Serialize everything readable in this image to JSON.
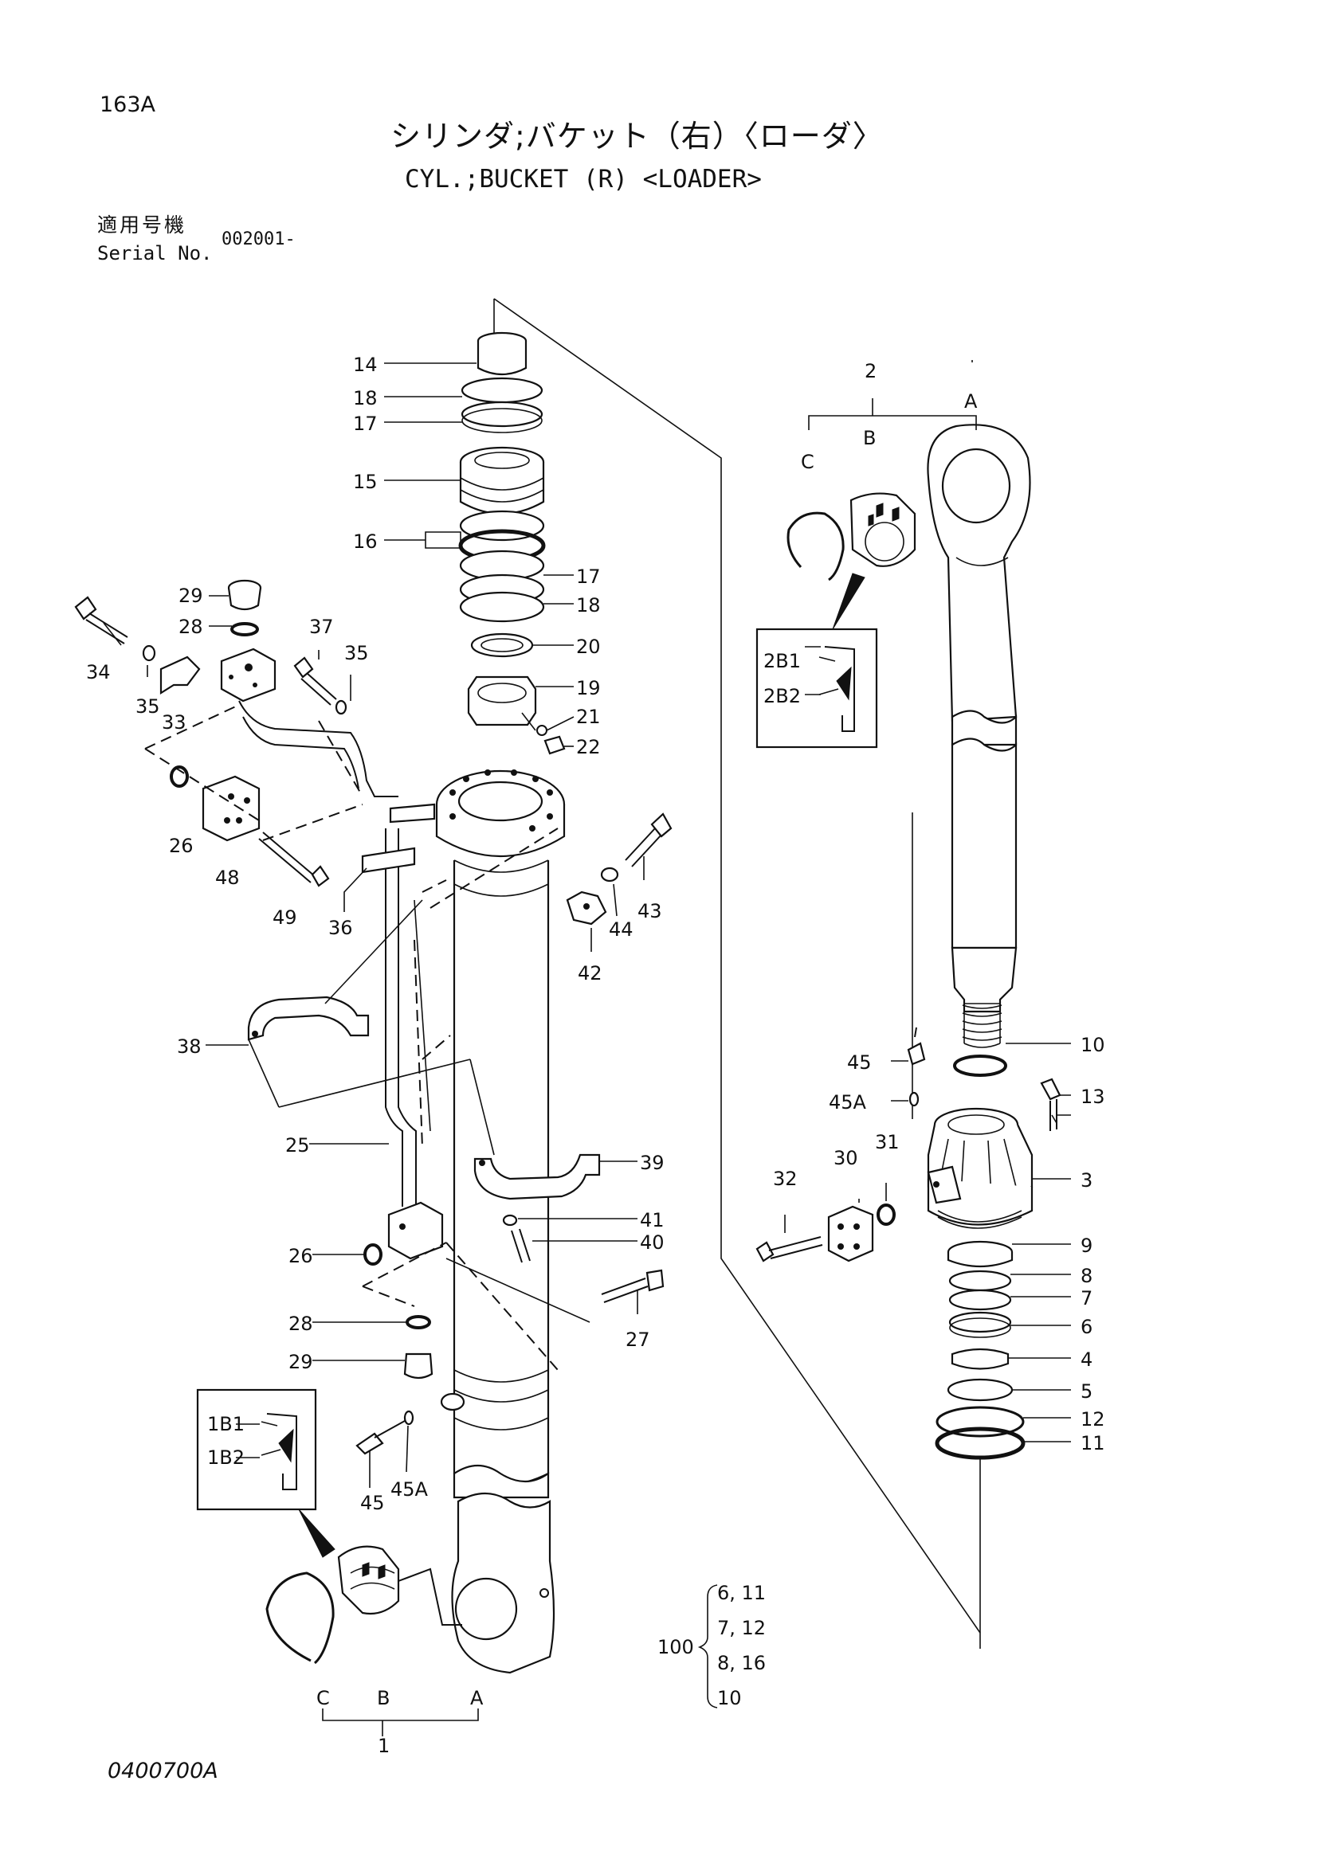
{
  "header": {
    "page_id": "163A",
    "title_ja": "シリンダ;バケット（右）〈ローダ〉",
    "title_en": "CYL.;BUCKET (R) <LOADER>",
    "serial_label_ja": "適用号機",
    "serial_label_en": "Serial No.",
    "serial_value": "002001-"
  },
  "callouts": {
    "c14": "14",
    "c18a": "18",
    "c17a": "17",
    "c15": "15",
    "c16": "16",
    "c17b": "17",
    "c18b": "18",
    "c20": "20",
    "c19": "19",
    "c21": "21",
    "c22": "22",
    "c29a": "29",
    "c28a": "28",
    "c34": "34",
    "c35a": "35",
    "c33": "33",
    "c37": "37",
    "c35b": "35",
    "c26a": "26",
    "c48": "48",
    "c49": "49",
    "c36": "36",
    "c43": "43",
    "c44": "44",
    "c42": "42",
    "c38": "38",
    "c25": "25",
    "c39": "39",
    "c41": "41",
    "c40": "40",
    "c26b": "26",
    "c27": "27",
    "c28b": "28",
    "c29b": "29",
    "c45a": "45",
    "c45Aa": "45A",
    "c1": "1",
    "c1A": "A",
    "c1B": "B",
    "c1C": "C",
    "c1B1": "1B1",
    "c1B2": "1B2",
    "c2": "2",
    "c2A": "A",
    "c2B": "B",
    "c2C": "C",
    "c2B1": "2B1",
    "c2B2": "2B2",
    "c10": "10",
    "c45b": "45",
    "c45Ab": "45A",
    "c13": "13",
    "c3": "3",
    "c30": "30",
    "c31": "31",
    "c32": "32",
    "c9": "9",
    "c8": "8",
    "c7": "7",
    "c6": "6",
    "c4": "4",
    "c5": "5",
    "c12": "12",
    "c11": "11"
  },
  "kit": {
    "number": "100",
    "items": [
      "6, 11",
      "7, 12",
      "8, 16",
      "10"
    ]
  },
  "footer": {
    "doc_code": "0400700A"
  }
}
